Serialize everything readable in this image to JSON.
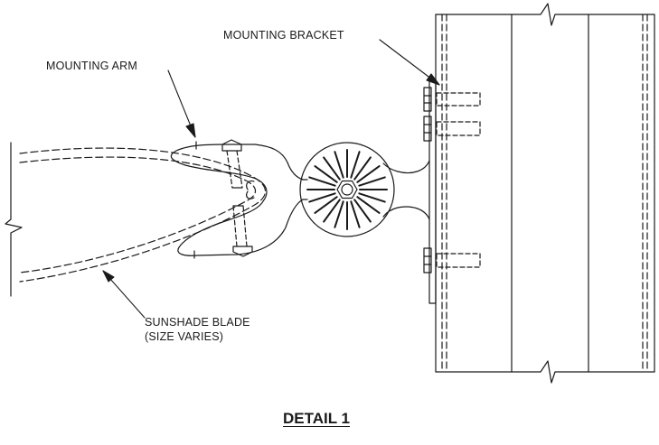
{
  "labels": {
    "mounting_bracket": "MOUNTING BRACKET",
    "mounting_arm": "MOUNTING ARM",
    "sunshade_line1": "SUNSHADE BLADE",
    "sunshade_line2": "(SIZE VARIES)"
  },
  "title": "DETAIL 1",
  "colors": {
    "ink": "#1a1a1a",
    "background": "#ffffff"
  }
}
